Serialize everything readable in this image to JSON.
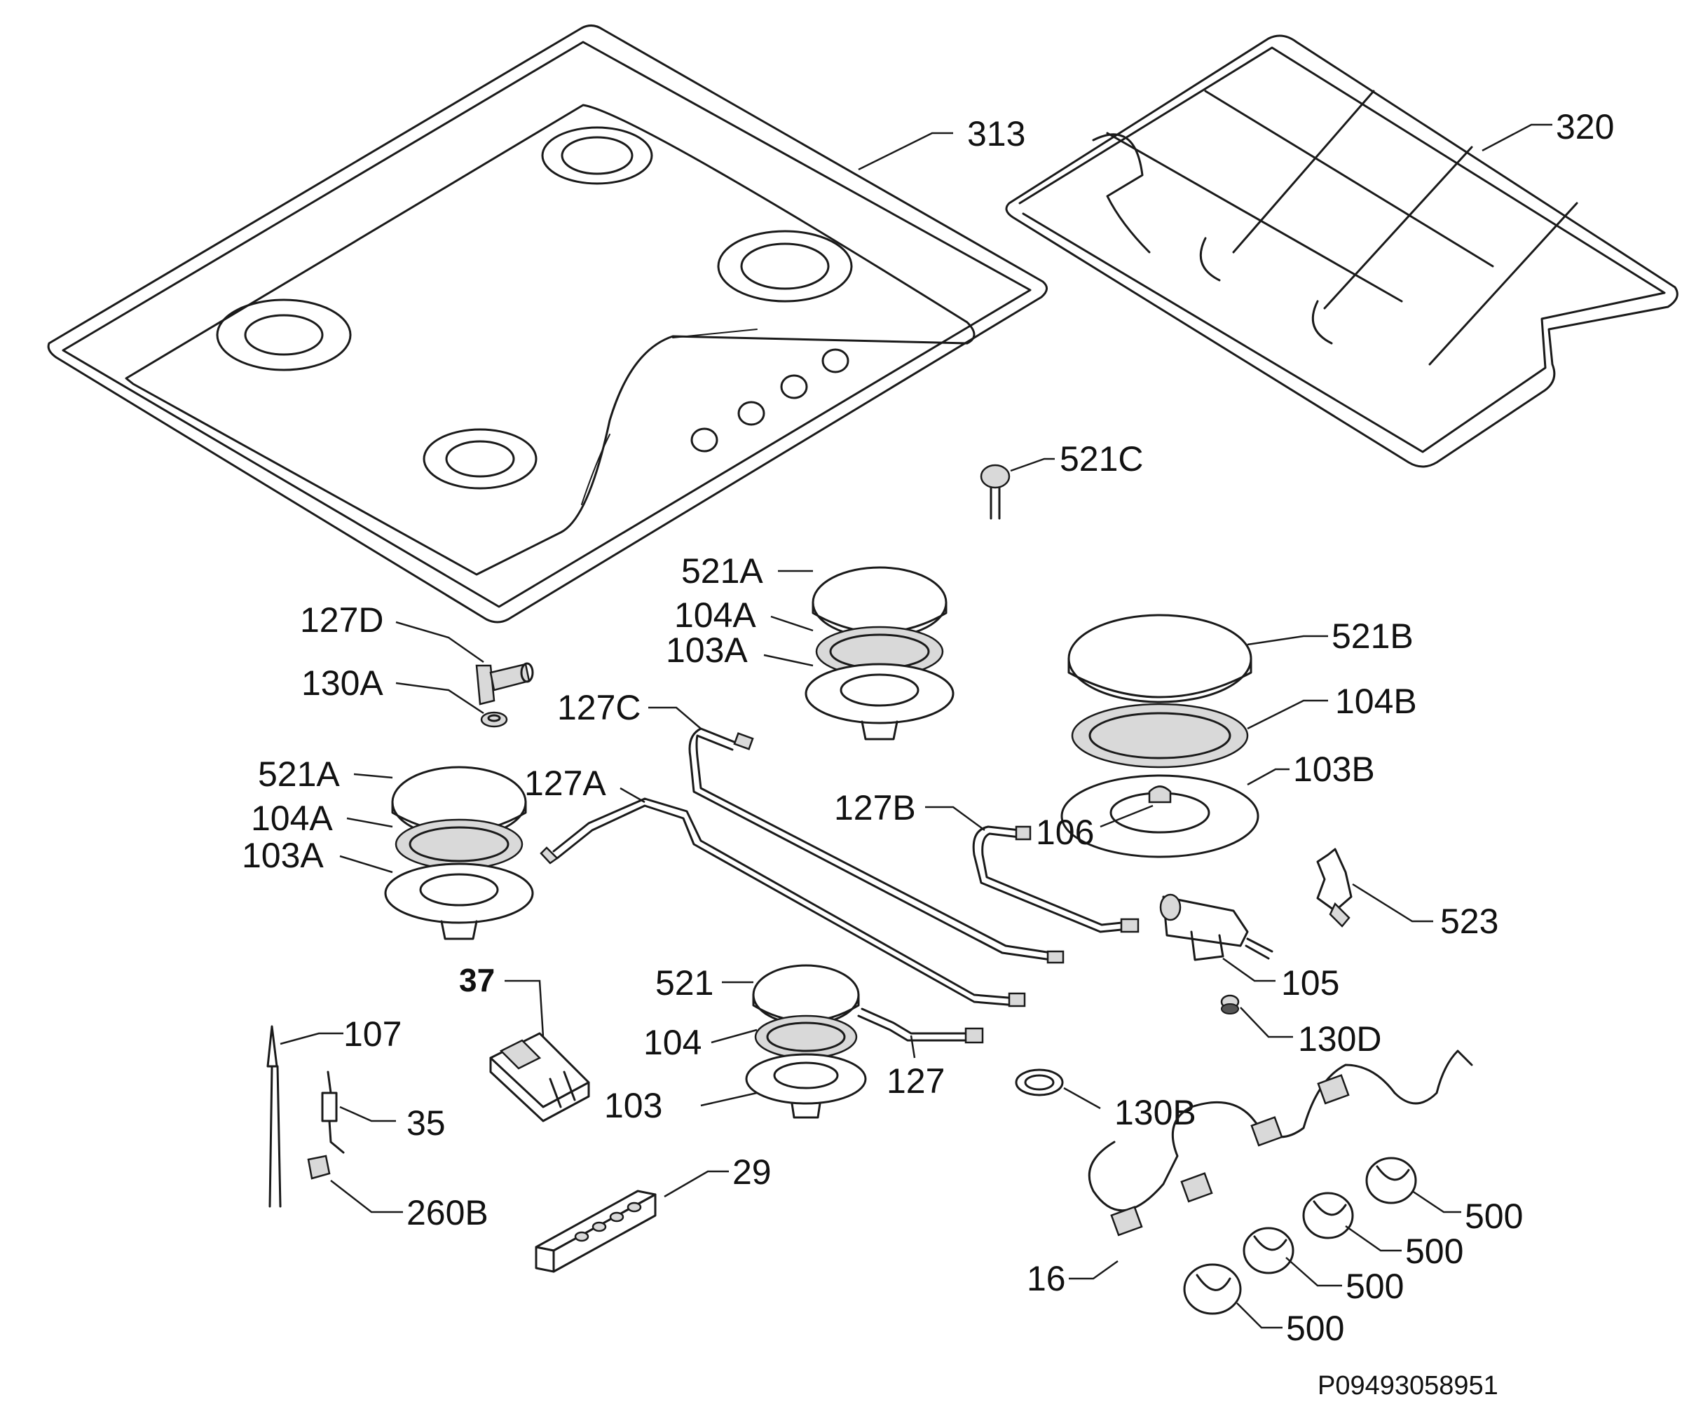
{
  "diagram": {
    "drawing_code": "P09493058951",
    "labels": {
      "hob_top": "313",
      "pan_support": "320",
      "knob_cap_c": "521C",
      "cap_521a_top": "521A",
      "ring_104a_top": "104A",
      "base_103a_top": "103A",
      "cap_521a_left": "521A",
      "ring_104a_left": "104A",
      "base_103a_left": "103A",
      "cap_521b": "521B",
      "ring_104b": "104B",
      "base_103b": "103B",
      "cap_521": "521",
      "ring_104": "104",
      "base_103": "103",
      "elbow_127d": "127D",
      "seal_130a": "130A",
      "pipe_127c": "127C",
      "pipe_127a": "127A",
      "pipe_127b": "127B",
      "pipe_127": "127",
      "injector_106": "106",
      "clip_523": "523",
      "valve_105": "105",
      "washer_130d": "130D",
      "gasket_130b": "130B",
      "generator_37": "37",
      "electrode_107": "107",
      "electrode_35": "35",
      "clip_260b": "260B",
      "switch_block_29": "29",
      "switches_16": "16",
      "knob_500_1": "500",
      "knob_500_2": "500",
      "knob_500_3": "500",
      "knob_500_4": "500"
    }
  }
}
